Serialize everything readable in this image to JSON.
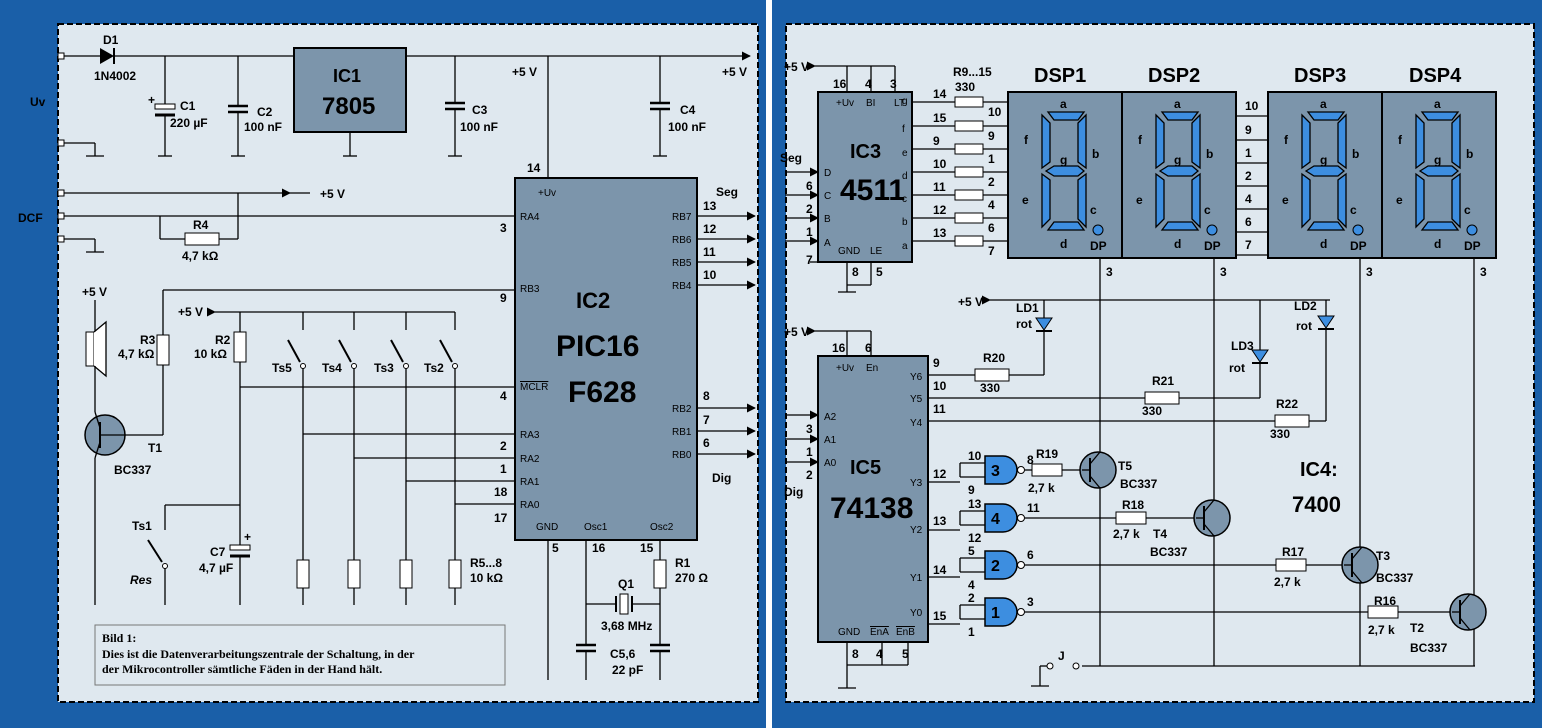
{
  "colors": {
    "frame": "#1a5fa8",
    "panel": "#dfe8ef",
    "chip": "#7c95ab",
    "segment": "#3d8ee0",
    "display": "#7c95ab"
  },
  "left": {
    "d1": {
      "name": "D1",
      "type": "1N4002"
    },
    "ic1": {
      "name": "IC1",
      "type": "7805"
    },
    "c1": {
      "name": "C1",
      "value": "220 µF"
    },
    "c2": {
      "name": "C2",
      "value": "100 nF"
    },
    "c3": {
      "name": "C3",
      "value": "100 nF"
    },
    "c4": {
      "name": "C4",
      "value": "100 nF"
    },
    "vplus": "+5 V",
    "uv": "Uv",
    "dcf": "DCF",
    "r4": {
      "name": "R4",
      "value": "4,7 kΩ"
    },
    "r3": {
      "name": "R3",
      "value": "4,7 kΩ"
    },
    "r2": {
      "name": "R2",
      "value": "10 kΩ"
    },
    "t1": {
      "name": "T1",
      "type": "BC337"
    },
    "buttons": [
      "Ts5",
      "Ts4",
      "Ts3",
      "Ts2"
    ],
    "ts1": "Ts1",
    "res": "Res",
    "c7": {
      "name": "C7",
      "value": "4,7 µF"
    },
    "r58": {
      "name": "R5...8",
      "value": "10 kΩ"
    },
    "ic2": {
      "name": "IC2",
      "type1": "PIC16",
      "type2": "F628"
    },
    "ic2_pins": {
      "uv": "+Uv",
      "ra4": "RA4",
      "rb3": "RB3",
      "mclr": "MCLR",
      "ra3": "RA3",
      "ra2": "RA2",
      "ra1": "RA1",
      "ra0": "RA0",
      "gnd": "GND",
      "osc1": "Osc1",
      "osc2": "Osc2",
      "rb7": "RB7",
      "rb6": "RB6",
      "rb5": "RB5",
      "rb4": "RB4",
      "rb2": "RB2",
      "rb1": "RB1",
      "rb0": "RB0"
    },
    "pin_numbers": {
      "p14": "14",
      "p3": "3",
      "p9": "9",
      "p4": "4",
      "p2": "2",
      "p1": "1",
      "p18": "18",
      "p17": "17",
      "p5": "5",
      "p16": "16",
      "p15": "15",
      "p13": "13",
      "p12": "12",
      "p11": "11",
      "p10": "10",
      "p8": "8",
      "p7": "7",
      "p6": "6"
    },
    "seg": "Seg",
    "dig": "Dig",
    "q1": {
      "name": "Q1",
      "value": "3,68 MHz"
    },
    "c56": {
      "name": "C5,6",
      "value": "22 pF"
    },
    "r1": {
      "name": "R1",
      "value": "270 Ω"
    },
    "caption": {
      "title": "Bild 1:",
      "line1": "Dies ist die Datenverarbeitungszentrale der Schaltung, in der",
      "line2": "der Mikrocontroller sämtliche Fäden in der Hand hält."
    }
  },
  "right": {
    "vplus": "+5 V",
    "ic3": {
      "name": "IC3",
      "type": "4511",
      "pins": {
        "uv": "+Uv",
        "bi": "BI",
        "lt": "LT",
        "d": "D",
        "c": "C",
        "b": "B",
        "a": "A",
        "gnd": "GND",
        "le": "LE",
        "g": "g",
        "f": "f",
        "e": "e",
        "dd": "d",
        "cc": "c",
        "bb": "b",
        "aa": "a"
      },
      "top_pins": [
        "16",
        "4",
        "3"
      ],
      "left_pins": [
        "6",
        "2",
        "1",
        "7"
      ],
      "bottom_pins": [
        "8",
        "5"
      ],
      "right_pins": [
        "14",
        "15",
        "9",
        "10",
        "11",
        "12",
        "13"
      ]
    },
    "r915": {
      "name": "R9...15",
      "value": "330"
    },
    "seg_map": [
      "10",
      "9",
      "1",
      "2",
      "4",
      "6",
      "7"
    ],
    "seg": "Seg",
    "dig": "Dig",
    "displays": [
      "DSP1",
      "DSP2",
      "DSP3",
      "DSP4"
    ],
    "dsp_letters": {
      "a": "a",
      "b": "b",
      "c": "c",
      "d": "d",
      "e": "e",
      "f": "f",
      "g": "g",
      "dp": "DP"
    },
    "dsp_pin": "3",
    "ld1": {
      "name": "LD1",
      "color": "rot"
    },
    "ld2": {
      "name": "LD2",
      "color": "rot"
    },
    "ld3": {
      "name": "LD3",
      "color": "rot"
    },
    "ic5": {
      "name": "IC5",
      "type": "74138",
      "pins": {
        "uv": "+Uv",
        "en": "En",
        "a2": "A2",
        "a1": "A1",
        "a0": "A0",
        "y6": "Y6",
        "y5": "Y5",
        "y4": "Y4",
        "y3": "Y3",
        "y2": "Y2",
        "y1": "Y1",
        "y0": "Y0",
        "gnd": "GND",
        "ena": "EnA",
        "enb": "EnB"
      },
      "top_pins": [
        "16",
        "6"
      ],
      "left_pins": [
        "3",
        "1",
        "2"
      ],
      "right_pins": [
        "9",
        "10",
        "11",
        "12",
        "13",
        "14",
        "15"
      ],
      "bottom_pins": [
        "8",
        "4",
        "5"
      ]
    },
    "r20": {
      "name": "R20",
      "value": "330"
    },
    "r21": {
      "name": "R21",
      "value": "330"
    },
    "r22": {
      "name": "R22",
      "value": "330"
    },
    "gates": [
      {
        "label": "3",
        "in1": "10",
        "in2": "9",
        "out": "8"
      },
      {
        "label": "4",
        "in1": "13",
        "in2": "12",
        "out": "11"
      },
      {
        "label": "2",
        "in1": "5",
        "in2": "4",
        "out": "6"
      },
      {
        "label": "1",
        "in1": "2",
        "in2": "1",
        "out": "3"
      }
    ],
    "ic4": {
      "name": "IC4:",
      "type": "7400"
    },
    "r19": {
      "name": "R19",
      "value": "2,7 k"
    },
    "r18": {
      "name": "R18",
      "value": "2,7 k"
    },
    "r17": {
      "name": "R17",
      "value": "2,7 k"
    },
    "r16": {
      "name": "R16",
      "value": "2,7 k"
    },
    "t5": {
      "name": "T5",
      "type": "BC337"
    },
    "t4": {
      "name": "T4",
      "type": "BC337"
    },
    "t3": {
      "name": "T3",
      "type": "BC337"
    },
    "t2": {
      "name": "T2",
      "type": "BC337"
    },
    "j": "J"
  }
}
